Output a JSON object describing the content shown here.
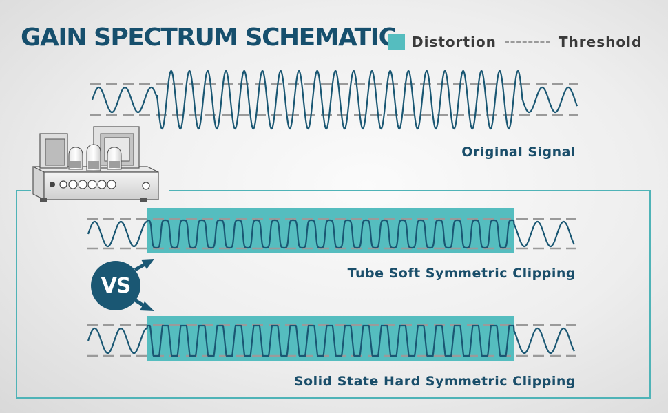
{
  "header": {
    "title": "GAIN SPECTRUM SCHEMATIC"
  },
  "legend": {
    "distortion_label": "Distortion",
    "threshold_label": "Threshold",
    "distortion_color": "#55bdbf",
    "threshold_color": "#9a9a9a"
  },
  "panels": [
    {
      "caption": "Original Signal",
      "clipping": "none"
    },
    {
      "caption": "Tube Soft Symmetric Clipping",
      "clipping": "soft"
    },
    {
      "caption": "Solid State Hard Symmetric Clipping",
      "clipping": "hard"
    }
  ],
  "comparison": {
    "badge": "VS"
  },
  "colors": {
    "accent": "#55bdbf",
    "wave": "#1a5773",
    "title": "#164f6d",
    "frame": "#4fb3b7"
  },
  "icons": {
    "amplifier": "tube-amplifier-icon",
    "arrows": "arrow-icon"
  }
}
